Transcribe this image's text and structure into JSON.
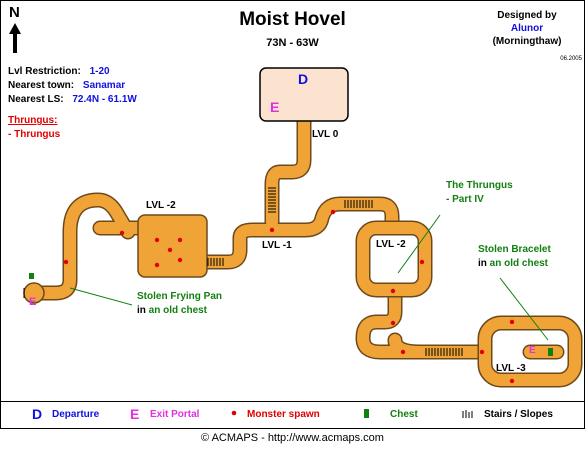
{
  "title": "Moist Hovel",
  "coordinates": "73N - 63W",
  "designed_by": {
    "label": "Designed by",
    "author": "Alunor",
    "server": "(Morningthaw)"
  },
  "date": "06.2005",
  "compass": "N",
  "info": {
    "lvl_label": "Lvl Restriction:",
    "lvl_value": "1-20",
    "town_label": "Nearest town:",
    "town_value": "Sanamar",
    "ls_label": "Nearest LS:",
    "ls_value": "72.4N - 61.1W"
  },
  "boss": {
    "title": "Thrungus:",
    "item": "- Thrungus"
  },
  "levels": [
    "LVL 0",
    "LVL -2",
    "LVL -1",
    "LVL -2",
    "LVL -3"
  ],
  "annotations": {
    "thrungus_line1": "The Thrungus",
    "thrungus_line2": "- Part IV",
    "bracelet_line1": "Stolen Bracelet",
    "bracelet_in": "in",
    "bracelet_loc": "an old chest",
    "pan_line1": "Stolen Frying Pan",
    "pan_in": "in",
    "pan_loc": "an old chest"
  },
  "markers": {
    "departure": "D",
    "exit": "E"
  },
  "legend": {
    "departure_sym": "D",
    "departure": "Departure",
    "exit_sym": "E",
    "exit": "Exit Portal",
    "spawn": "Monster spawn",
    "chest": "Chest",
    "stairs": "Stairs / Slopes"
  },
  "footer": "© ACMAPS - http://www.acmaps.com",
  "colors": {
    "tunnel": "#f0a438",
    "room_fill": "#fbe3cf",
    "spawn": "#e00000",
    "chest": "#108010",
    "departure": "#1010e0",
    "exit": "#e030e0"
  }
}
